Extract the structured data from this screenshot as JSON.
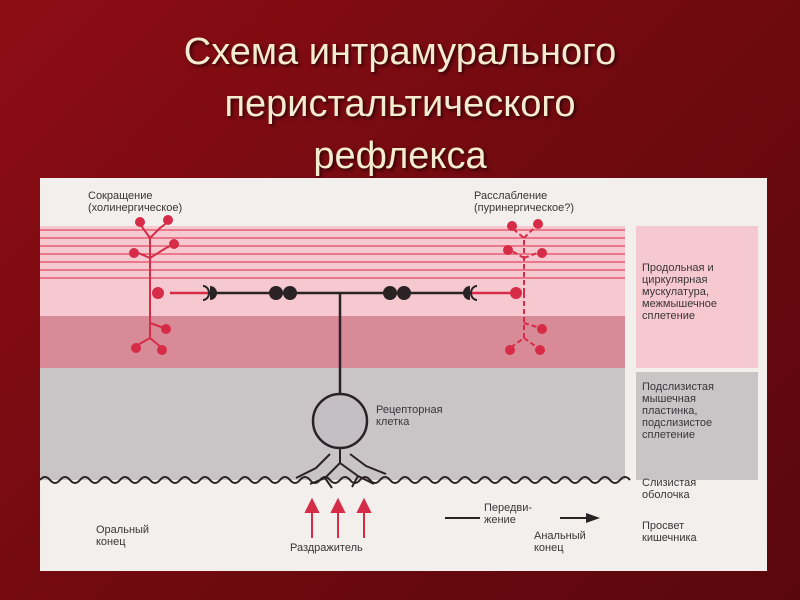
{
  "title": {
    "line1": "Схема интрамурального",
    "line2": "перистальтического",
    "line3": "рефлекса"
  },
  "diagram": {
    "contraction_line1": "Сокращение",
    "contraction_line2": "(холинергическое)",
    "relaxation_line1": "Расслабление",
    "relaxation_line2": "(пуринергическое?)",
    "muscle_layer_line1": "Продольная и",
    "muscle_layer_line2": "циркулярная",
    "muscle_layer_line3": "мускулатура,",
    "muscle_layer_line4": "межмышечное",
    "muscle_layer_line5": "сплетение",
    "submucosa_line1": "Подслизистая",
    "submucosa_line2": "мышечная",
    "submucosa_line3": "пластинка,",
    "submucosa_line4": "подслизистое",
    "submucosa_line5": "сплетение",
    "mucosa_line1": "Слизистая",
    "mucosa_line2": "оболочка",
    "lumen_line1": "Просвет",
    "lumen_line2": "кишечника",
    "receptor_line1": "Рецепторная",
    "receptor_line2": "клетка",
    "oral_line1": "Оральный",
    "oral_line2": "конец",
    "anal_line1": "Анальный",
    "anal_line2": "конец",
    "movement_line1": "Передви-",
    "movement_line2": "жение",
    "stimulus": "Раздражитель"
  },
  "colors": {
    "background": "#7a0b12",
    "title_text": "#f4ecd0",
    "muscle_layer": "#f6c9d0",
    "muscle_lines": "#e0485f",
    "submucosa_band": "#d98a97",
    "mucosa_layer": "#c9c5c7",
    "neuron_red": "#d62c48",
    "neuron_dark": "#2a2224"
  }
}
